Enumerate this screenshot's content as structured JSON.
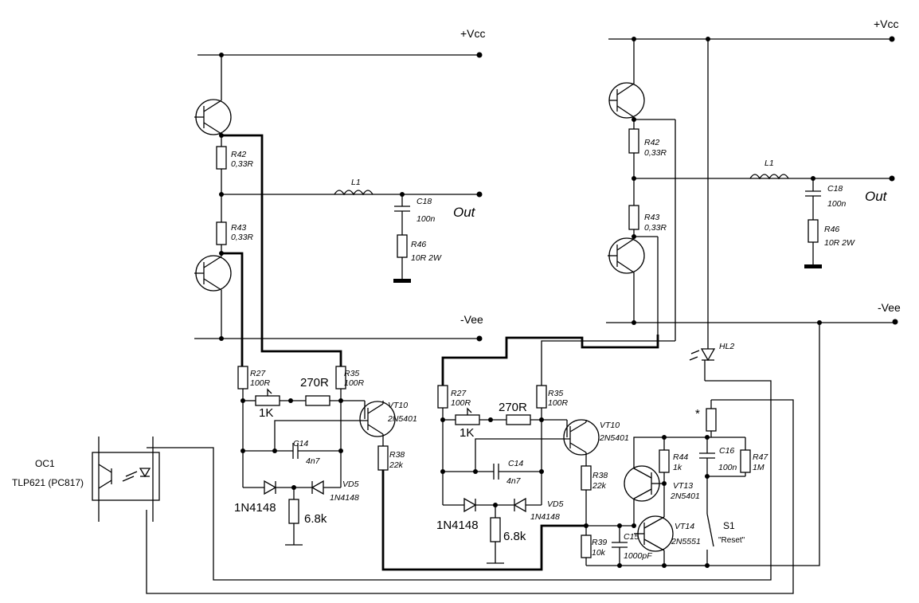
{
  "rails": {
    "vcc": "+Vcc",
    "vee": "-Vee",
    "out": "Out"
  },
  "left": {
    "r42": {
      "name": "R42",
      "value": "0,33R"
    },
    "r43": {
      "name": "R43",
      "value": "0,33R"
    },
    "l1": {
      "name": "L1"
    },
    "c18": {
      "name": "C18",
      "value": "100n"
    },
    "r46": {
      "name": "R46",
      "value": "10R 2W"
    },
    "r27": {
      "name": "R27",
      "value": "100R"
    },
    "r35": {
      "name": "R35",
      "value": "100R"
    },
    "pot": "1K",
    "r270": "270R",
    "vt10": {
      "name": "VT10",
      "value": "2N5401"
    },
    "c14": {
      "name": "C14",
      "value": "4n7"
    },
    "vd5": {
      "name": "VD5",
      "value": "1N4148"
    },
    "diode": "1N4148",
    "r68": "6.8k",
    "r38": {
      "name": "R38",
      "value": "22k"
    }
  },
  "right": {
    "r42": {
      "name": "R42",
      "value": "0,33R"
    },
    "r43": {
      "name": "R43",
      "value": "0,33R"
    },
    "l1": {
      "name": "L1"
    },
    "c18": {
      "name": "C18",
      "value": "100n"
    },
    "r46": {
      "name": "R46",
      "value": "10R 2W"
    },
    "r27": {
      "name": "R27",
      "value": "100R"
    },
    "r35": {
      "name": "R35",
      "value": "100R"
    },
    "pot": "1K",
    "r270": "270R",
    "vt10": {
      "name": "VT10",
      "value": "2N5401"
    },
    "c14": {
      "name": "C14",
      "value": "4n7"
    },
    "vd5": {
      "name": "VD5",
      "value": "1N4148"
    },
    "diode": "1N4148",
    "r68": "6.8k",
    "r38": {
      "name": "R38",
      "value": "22k"
    },
    "hl2": "HL2",
    "star": "*",
    "r44": {
      "name": "R44",
      "value": "1k"
    },
    "c16": {
      "name": "C16",
      "value": "100n"
    },
    "r47": {
      "name": "R47",
      "value": "1M"
    },
    "vt13": {
      "name": "VT13",
      "value": "2N5401"
    },
    "vt14": {
      "name": "VT14",
      "value": "2N5551"
    },
    "s1": {
      "name": "S1",
      "value": "\"Reset\""
    },
    "r39": {
      "name": "R39",
      "value": "10k"
    },
    "c15": {
      "name": "C15",
      "value": "1000pF"
    }
  },
  "oc1": {
    "name": "OC1",
    "part": "TLP621 (PC817)"
  }
}
